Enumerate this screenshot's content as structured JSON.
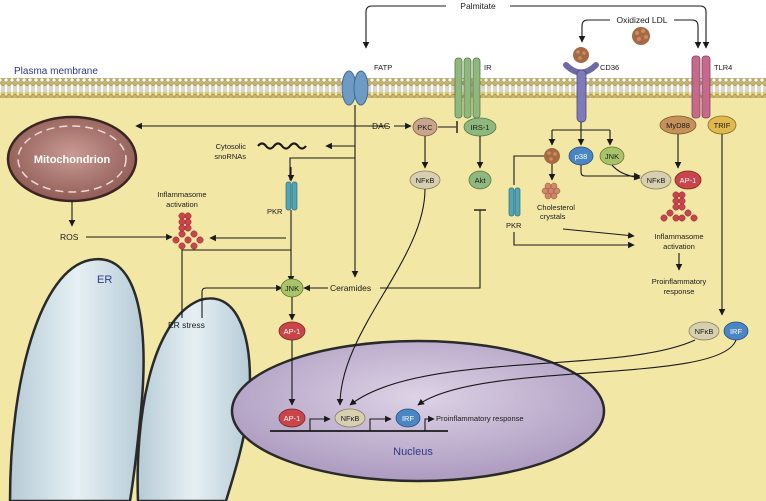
{
  "labels": {
    "palmitate": "Palmitate",
    "oxidized_ldl": "Oxidized LDL",
    "plasma_membrane": "Plasma membrane",
    "fatp": "FATP",
    "ir": "IR",
    "cd36": "CD36",
    "tlr4": "TLR4",
    "mitochondrion": "Mitochondrion",
    "dag": "DAG",
    "cytosolic_snornas_1": "Cytosolic",
    "cytosolic_snornas_2": "snoRNAs",
    "inflammasome_1": "Inflammasome",
    "inflammasome_2": "activation",
    "ros": "ROS",
    "pkr": "PKR",
    "er": "ER",
    "er_stress": "ER stress",
    "ceramides": "Ceramides",
    "cholesterol_1": "Cholesterol",
    "cholesterol_2": "crystals",
    "pkr_right": "PKR",
    "inflammasome_right_1": "Inflammasome",
    "inflammasome_right_2": "activation",
    "proinflam_1": "Proinflammatory",
    "proinflam_2": "response",
    "nucleus": "Nucleus",
    "proinflam_nucleus": "Proinflammatory response"
  },
  "nodes": {
    "pkc": "PKC",
    "irs1": "IRS-1",
    "nfkb_left": "NFκB",
    "akt": "Akt",
    "p38": "p38",
    "jnk_top": "JNK",
    "myd88": "MyD88",
    "trif": "TRIF",
    "nfkb_mid": "NFκB",
    "ap1_mid": "AP-1",
    "jnk_center": "JNK",
    "ap1_center": "AP-1",
    "nfkb_right": "NFκB",
    "irf_right": "IRF",
    "ap1_nuc": "AP-1",
    "nfkb_nuc": "NFκB",
    "irf_nuc": "IRF"
  },
  "colors": {
    "cytoplasm": "#f3e7a6",
    "membrane": "#b9a55a",
    "pkc": "#c9a58e",
    "irs1": "#8fb87f",
    "nfkb": "#d8cfb0",
    "akt": "#8fb87f",
    "p38": "#4a86c4",
    "jnk": "#a9c36b",
    "myd88": "#c7925a",
    "trif": "#e0b94e",
    "ap1": "#c9454a",
    "irf": "#4a86c4",
    "mito": "#8f5a55",
    "er": "#d2e2ea",
    "nucleus": "#b7a7c8"
  }
}
